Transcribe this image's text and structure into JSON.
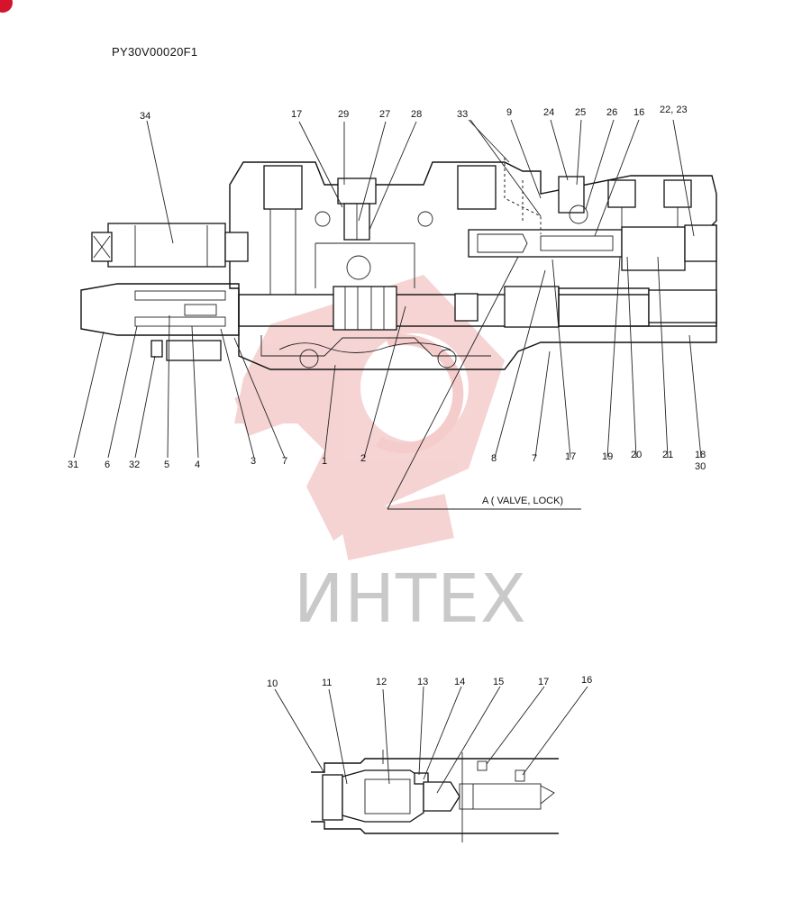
{
  "drawing": {
    "code": "PY30V00020F1",
    "lock_callout": "A ( VALVE, LOCK)",
    "watermark_text": "ИНТЕХ",
    "watermark_color": "#f2c4c4",
    "accent_color": "#d3142a"
  },
  "labels_main": {
    "l34": "34",
    "l17a": "17",
    "l29": "29",
    "l27": "27",
    "l28": "28",
    "l33": "33",
    "l9": "9",
    "l24": "24",
    "l25": "25",
    "l26": "26",
    "l16": "16",
    "l22": "22, 23",
    "l31": "31",
    "l6": "6",
    "l32": "32",
    "l5": "5",
    "l4": "4",
    "l3": "3",
    "l7a": "7",
    "l1": "1",
    "l2": "2",
    "l8": "8",
    "l7b": "7",
    "l17b": "17",
    "l19": "19",
    "l20": "20",
    "l21": "21",
    "l18": "18",
    "l30": "30"
  },
  "labels_detail": {
    "l10": "10",
    "l11": "11",
    "l12": "12",
    "l13": "13",
    "l14": "14",
    "l15": "15",
    "l17": "17",
    "l16": "16"
  }
}
